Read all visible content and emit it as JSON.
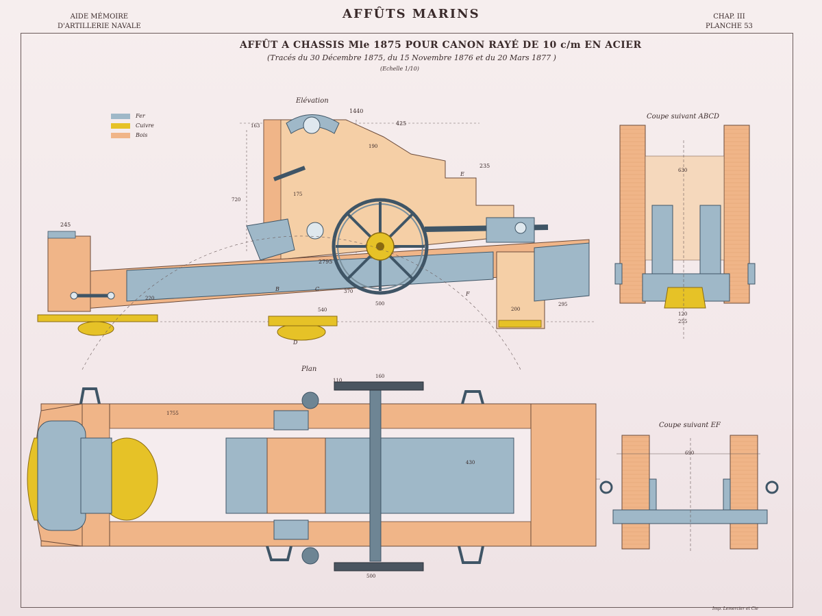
{
  "header": {
    "left_line1": "AIDE MÉMOIRE",
    "left_line2": "D'ARTILLERIE NAVALE",
    "title": "AFFÛTS MARINS",
    "right_line1": "CHAP. III",
    "right_line2": "PLANCHE 53"
  },
  "plate": {
    "title": "AFFÛT A CHASSIS Mle 1875 POUR CANON RAYÉ DE 10 c/m EN ACIER",
    "subtitle": "(Tracés du 30 Décembre 1875, du 15 Novembre 1876 et du 20 Mars 1877 )",
    "scale": "(Echelle 1/10)"
  },
  "views": {
    "elevation": "Elévation",
    "section_abcd": "Coupe suivant ABCD",
    "plan": "Plan",
    "section_ef": "Coupe suivant EF"
  },
  "legend": [
    {
      "label": "Fer",
      "color": "#9fb8c8"
    },
    {
      "label": "Cuivre",
      "color": "#e6c227"
    },
    {
      "label": "Bois",
      "color": "#f0b588"
    }
  ],
  "dimensions": {
    "d1": "1440",
    "d2": "425",
    "d3": "163",
    "d4": "190",
    "d5": "235",
    "d6": "720",
    "d7": "175",
    "d8": "245",
    "d9": "2795",
    "d10": "220",
    "d11": "500",
    "d12": "370",
    "d13": "540",
    "d14": "200",
    "d15": "295",
    "d16": "630",
    "d17": "110",
    "d18": "160",
    "d19": "1755",
    "d20": "690",
    "d21": "430",
    "d22": "500",
    "d23": "120",
    "d24": "255"
  },
  "letters": {
    "E": "E",
    "F": "F",
    "D": "D",
    "B": "B",
    "C": "C"
  },
  "colors": {
    "wood": "#f0b588",
    "wood_light": "#f5cfa6",
    "iron": "#9fb8c8",
    "copper": "#e6c227",
    "paper": "#f4eaeb",
    "ink": "#3a2a2a"
  },
  "printer": "Imp. Lemercier et Cie"
}
